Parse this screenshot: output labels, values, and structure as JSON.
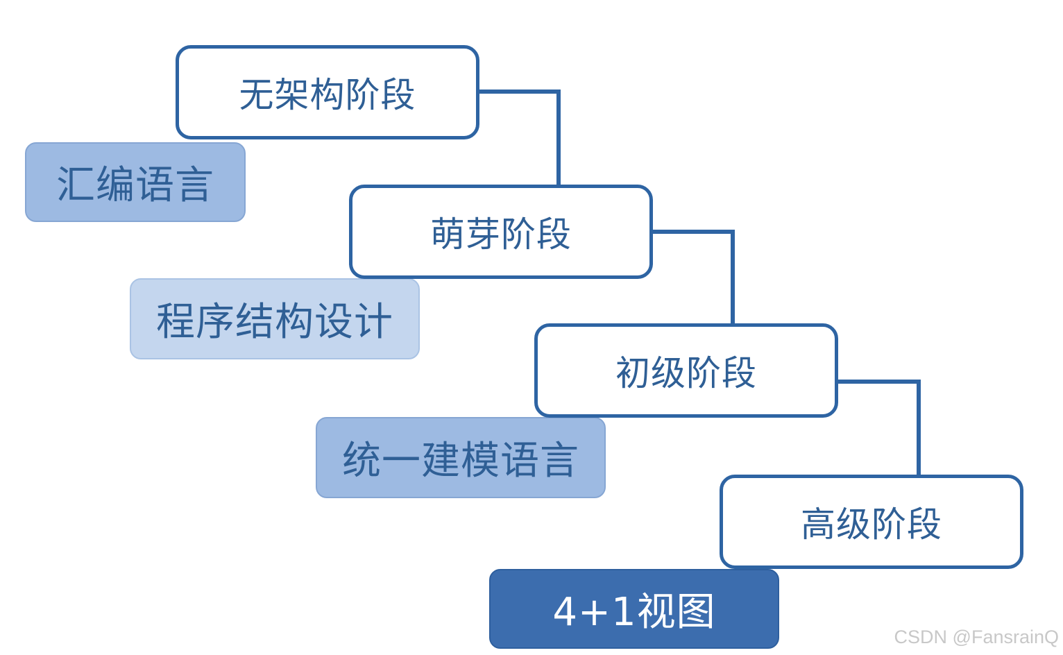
{
  "stages": [
    {
      "label": "无架构阶段"
    },
    {
      "label": "萌芽阶段"
    },
    {
      "label": "初级阶段"
    },
    {
      "label": "高级阶段"
    }
  ],
  "subs": [
    {
      "label": "汇编语言"
    },
    {
      "label": "程序结构设计"
    },
    {
      "label": "统一建模语言"
    },
    {
      "label": "4+1视图"
    }
  ],
  "watermark": "CSDN @FansrainQ",
  "colors": {
    "stage_border": "#2e64a3",
    "stage_text": "#2f5f95",
    "connector": "#2e64a3",
    "sub_medium": "#9dbae2",
    "sub_light": "#c4d6ee",
    "sub_dark": "#3c6dae"
  }
}
